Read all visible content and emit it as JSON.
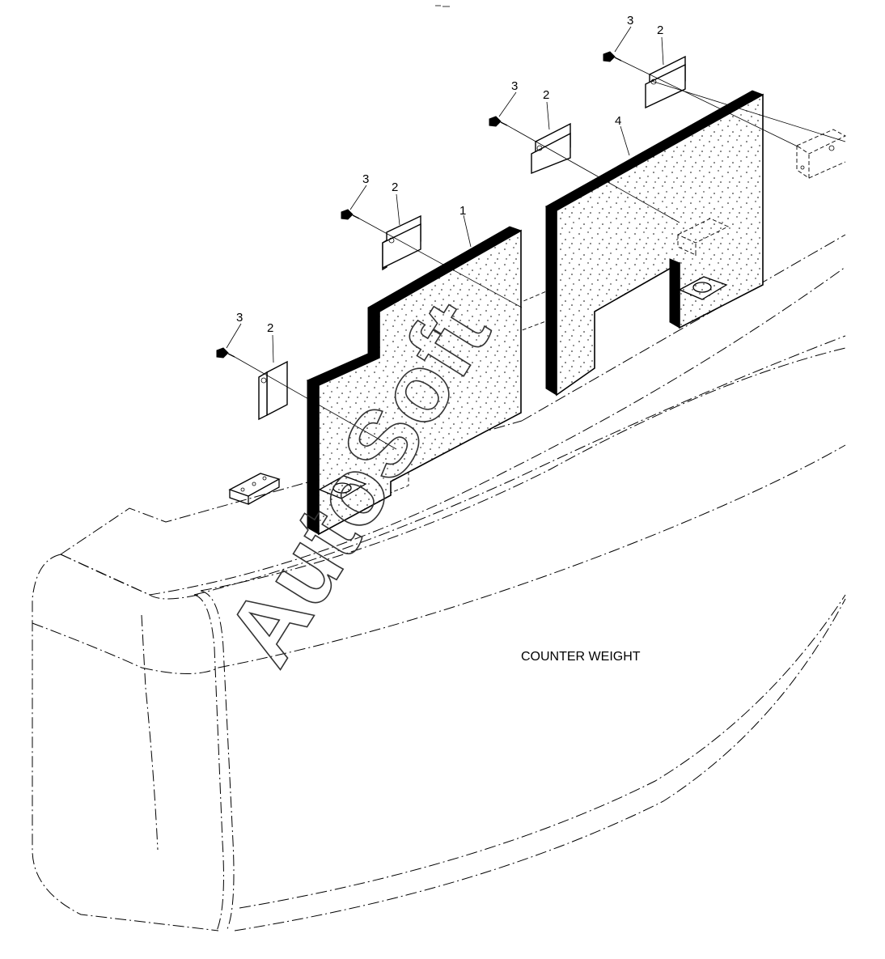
{
  "caption": "COUNTER WEIGHT",
  "watermark": "AutoSoft",
  "callouts": [
    {
      "id": "c-1",
      "label": "1"
    },
    {
      "id": "c-2a",
      "label": "2"
    },
    {
      "id": "c-2b",
      "label": "2"
    },
    {
      "id": "c-2c",
      "label": "2"
    },
    {
      "id": "c-2d",
      "label": "2"
    },
    {
      "id": "c-3a",
      "label": "3"
    },
    {
      "id": "c-3b",
      "label": "3"
    },
    {
      "id": "c-3c",
      "label": "3"
    },
    {
      "id": "c-3d",
      "label": "3"
    },
    {
      "id": "c-4",
      "label": "4"
    }
  ]
}
